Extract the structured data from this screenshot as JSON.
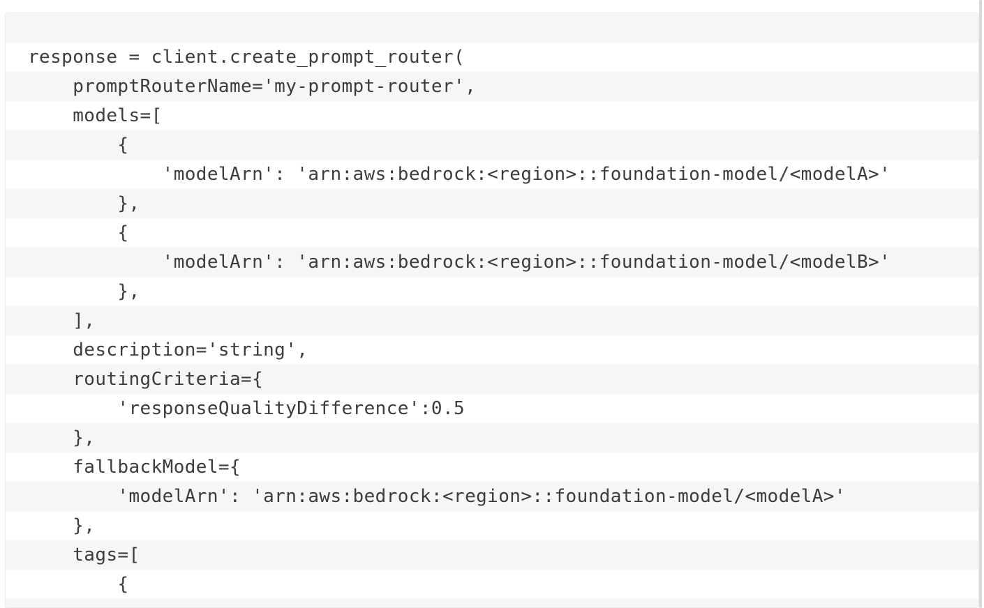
{
  "code": {
    "language": "python",
    "lines": [
      "",
      "response = client.create_prompt_router(",
      "    promptRouterName='my-prompt-router',",
      "    models=[",
      "        {",
      "            'modelArn': 'arn:aws:bedrock:<region>::foundation-model/<modelA>'",
      "        },",
      "        {",
      "            'modelArn': 'arn:aws:bedrock:<region>::foundation-model/<modelB>'",
      "        },",
      "    ],",
      "    description='string',",
      "    routingCriteria={",
      "        'responseQualityDifference':0.5",
      "    },",
      "    fallbackModel={",
      "        'modelArn': 'arn:aws:bedrock:<region>::foundation-model/<modelA>'",
      "    },",
      "    tags=[",
      "        {",
      ""
    ]
  },
  "colors": {
    "stripe_gray": "#f6f6f6",
    "row_white": "#ffffff",
    "text": "#3c3c3c",
    "border": "#ececec",
    "scrollbar": "#d9d9d9"
  }
}
